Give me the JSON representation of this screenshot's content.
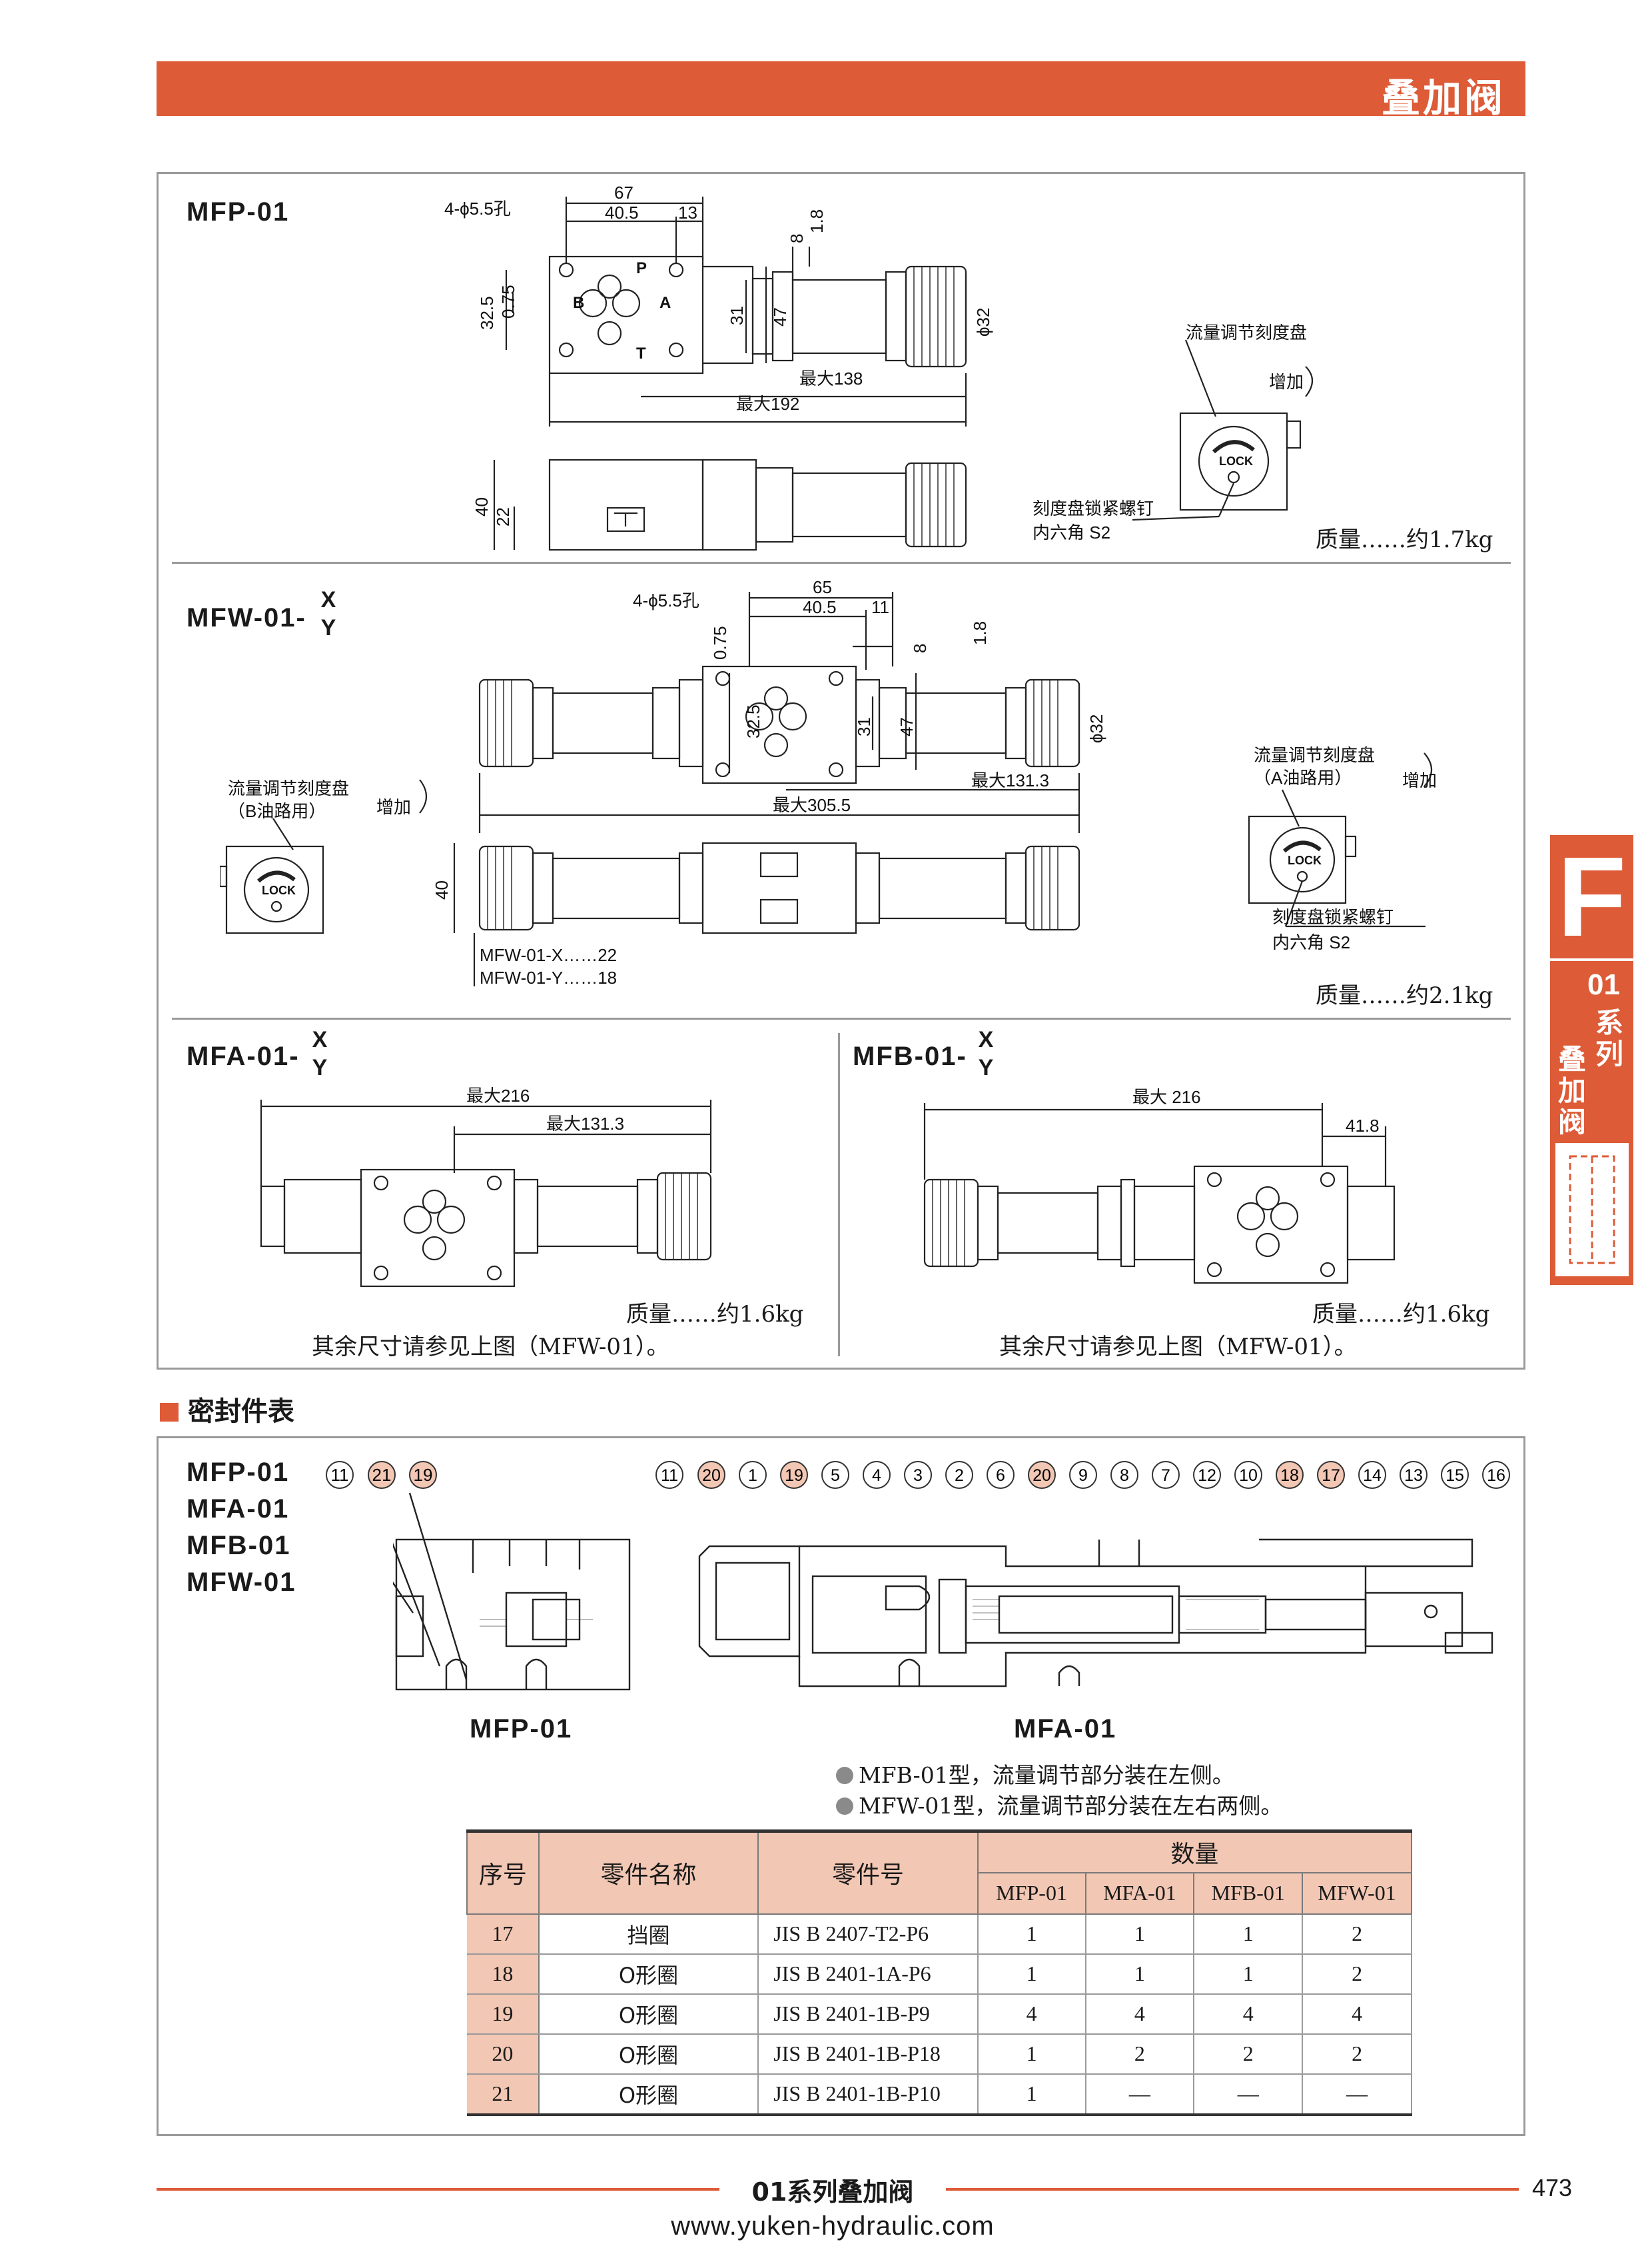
{
  "header": {
    "title": "叠加阀"
  },
  "side_tab": {
    "letter": "F",
    "series": "01",
    "line1": "系",
    "line2": "列",
    "line3": "叠",
    "line4": "加",
    "line5": "阀"
  },
  "mfp": {
    "model": "MFP-01",
    "holes": "4-ϕ5.5孔",
    "d67": "67",
    "d40_5": "40.5",
    "d13": "13",
    "d8": "8",
    "d1_8": "1.8",
    "d32_5": "32.5",
    "d0_75": "0.75",
    "d31": "31",
    "d47": "47",
    "dphi32": "ϕ32",
    "max138": "最大138",
    "max192": "最大192",
    "d40": "40",
    "d22": "22",
    "port_p": "P",
    "port_a": "A",
    "port_b": "B",
    "port_t": "T",
    "dial": "流量调节刻度盘",
    "increase": "增加",
    "lock": "LOCK",
    "screw": "刻度盘锁紧螺钉",
    "hex": "内六角 S2",
    "mass": "质量……约1.7kg"
  },
  "mfw": {
    "model": "MFW-01-",
    "x": "X",
    "y": "Y",
    "holes": "4-ϕ5.5孔",
    "d65": "65",
    "d40_5": "40.5",
    "d11": "11",
    "d8": "8",
    "d1_8": "1.8",
    "d0_75": "0.75",
    "d32_5": "32.5",
    "d31": "31",
    "d47": "47",
    "dphi32": "ϕ32",
    "max131": "最大131.3",
    "max305": "最大305.5",
    "d40": "40",
    "dial_b": "流量调节刻度盘",
    "dial_b_sub": "（B油路用）",
    "increase_b": "增加",
    "dial_a": "流量调节刻度盘",
    "dial_a_sub": "（A油路用）",
    "increase_a": "增加",
    "lock": "LOCK",
    "screw": "刻度盘锁紧螺钉",
    "hex": "内六角 S2",
    "x_dim": "MFW-01-X……22",
    "y_dim": "MFW-01-Y……18",
    "mass": "质量……约2.1kg"
  },
  "mfa": {
    "model": "MFA-01-",
    "x": "X",
    "y": "Y",
    "max216": "最大216",
    "max131": "最大131.3",
    "mass": "质量……约1.6kg",
    "note": "其余尺寸请参见上图（MFW-01）。"
  },
  "mfb": {
    "model": "MFB-01-",
    "x": "X",
    "y": "Y",
    "max216": "最大 216",
    "d41_8": "41.8",
    "mass": "质量……约1.6kg",
    "note": "其余尺寸请参见上图（MFW-01）。"
  },
  "seals": {
    "section_title": "密封件表",
    "models": [
      "MFP-01",
      "MFA-01",
      "MFB-01",
      "MFW-01"
    ],
    "left_callouts": [
      "11",
      "21",
      "19"
    ],
    "right_callouts": [
      "11",
      "20",
      "1",
      "19",
      "5",
      "4",
      "3",
      "2",
      "6",
      "20",
      "9",
      "8",
      "7",
      "12",
      "10",
      "18",
      "17",
      "14",
      "13",
      "15",
      "16"
    ],
    "caption_left": "MFP-01",
    "caption_right": "MFA-01",
    "note1": "MFB-01型，流量调节部分装在左侧。",
    "note2": "MFW-01型，流量调节部分装在左右两侧。"
  },
  "table": {
    "headers": {
      "no": "序号",
      "name": "零件名称",
      "part": "零件号",
      "qty": "数量",
      "c1": "MFP-01",
      "c2": "MFA-01",
      "c3": "MFB-01",
      "c4": "MFW-01"
    },
    "rows": [
      {
        "no": "17",
        "name": "挡圈",
        "part": "JIS B 2407-T2-P6",
        "q1": "1",
        "q2": "1",
        "q3": "1",
        "q4": "2"
      },
      {
        "no": "18",
        "name": "O形圈",
        "part": "JIS B 2401-1A-P6",
        "q1": "1",
        "q2": "1",
        "q3": "1",
        "q4": "2"
      },
      {
        "no": "19",
        "name": "O形圈",
        "part": "JIS B 2401-1B-P9",
        "q1": "4",
        "q2": "4",
        "q3": "4",
        "q4": "4"
      },
      {
        "no": "20",
        "name": "O形圈",
        "part": "JIS B 2401-1B-P18",
        "q1": "1",
        "q2": "2",
        "q3": "2",
        "q4": "2"
      },
      {
        "no": "21",
        "name": "O形圈",
        "part": "JIS B 2401-1B-P10",
        "q1": "1",
        "q2": "—",
        "q3": "—",
        "q4": "—"
      }
    ]
  },
  "footer": {
    "title": "01系列叠加阀",
    "page": "473",
    "url": "www.yuken-hydraulic.com"
  }
}
